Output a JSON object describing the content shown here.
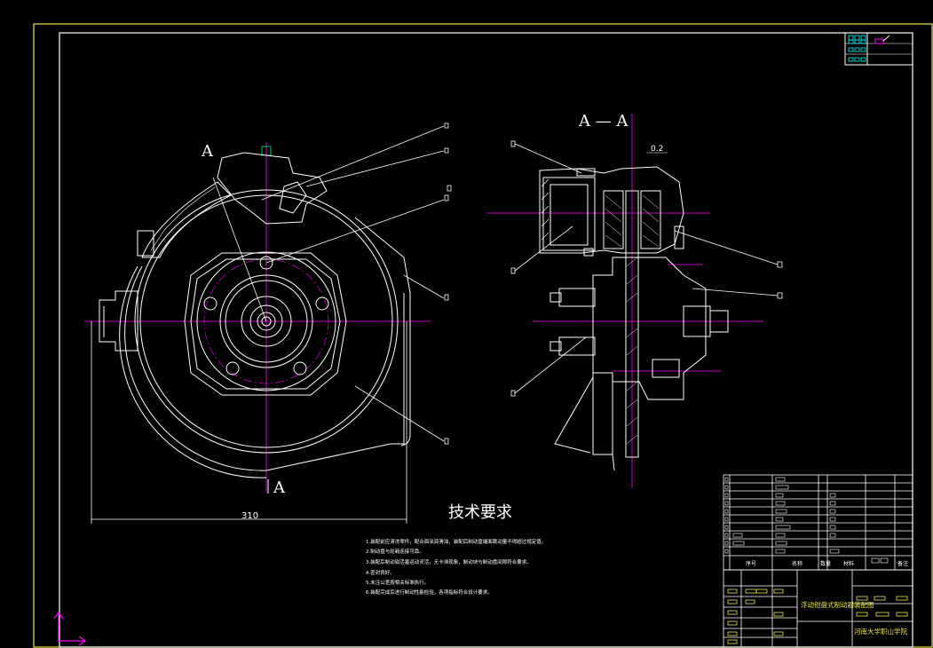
{
  "section_label": "A",
  "section_title": "A — A",
  "dimension_310": "310",
  "tolerance": "0.2",
  "tech_requirements_title": "技术要求",
  "tech_requirements_lines": [
    "1.装配前应清洗零件，配合面涂润滑油，装配后制动盘端面跳动量不得超过规定值。",
    "2.制动盘与轮毂连接可靠。",
    "3.装配后制动钳活塞运动灵活，无卡滞现象，制动块与制动盘间隙符合要求。",
    "4.密封良好。",
    "5.未注公差按相关标准执行。",
    "6.装配完成后进行制动性能检验，各项指标符合设计要求。"
  ],
  "title_block": {
    "drawing_name": "浮动钳盘式制动器装配图",
    "school": "河南大学职山学院",
    "header_cells": [
      "序号",
      "名称",
      "数量",
      "材料",
      "备注"
    ]
  },
  "colors": {
    "background": "#000000",
    "frame": "#e8e84a",
    "lines": "#ffffff",
    "center_lines": "#ff00ff",
    "table_text": "#e8e84a",
    "accent_cyan": "#00ffff"
  }
}
